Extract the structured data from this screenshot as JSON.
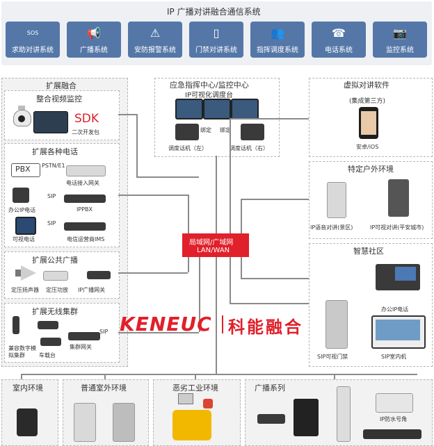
{
  "header": {
    "title": "IP 广播对讲融合通信系统",
    "systems": [
      {
        "label": "求助对讲系统",
        "icon": "sos-icon",
        "icon_text": "SOS"
      },
      {
        "label": "广播系统",
        "icon": "megaphone-icon"
      },
      {
        "label": "安防报警系统",
        "icon": "alarm-icon"
      },
      {
        "label": "门禁对讲系统",
        "icon": "door-icon"
      },
      {
        "label": "指挥调度系统",
        "icon": "dispatch-icon"
      },
      {
        "label": "电话系统",
        "icon": "phone-icon"
      },
      {
        "label": "监控系统",
        "icon": "camera-icon"
      }
    ]
  },
  "fusion": {
    "title": "扩展融合",
    "video": {
      "title": "整合视频监控",
      "sdk": "SDK",
      "sdk_sub": "二次开发包"
    },
    "phone": {
      "title": "扩展各种电话",
      "pbx": "PBX",
      "pstn": "PSTN/E1",
      "gateway": "电话接入网关",
      "sip1": "SIP",
      "office_phone": "办公IP电话",
      "ippbx": "IPPBX",
      "sip2": "SIP",
      "video_phone": "可视电话",
      "ims": "电信运营商IMS"
    },
    "broadcast": {
      "title": "扩展公共广播",
      "speaker": "定压扬声器",
      "amp": "定压功放",
      "gateway": "IP广播网关"
    },
    "wireless": {
      "title": "扩展无线集群",
      "sip": "SIP",
      "digital": "兼容数字模拟集群",
      "car": "车载台",
      "gateway": "集群网关"
    }
  },
  "command": {
    "title": "应急指挥中心/监控中心",
    "subtitle": "IP可视化调度台",
    "bind1": "绑定",
    "bind2": "绑定",
    "left": "调度话机（左）",
    "right": "调度话机（右）"
  },
  "virtual": {
    "title": "虚拟对讲软件",
    "sub": "(集成第三方)",
    "os": "安卓/iOS"
  },
  "outdoor": {
    "title": "特定户外环境",
    "left": "IP语音对讲(景区)",
    "right": "IP可视对讲(平安城市)"
  },
  "network": {
    "line1": "局域网/广域网",
    "line2": "LAN/WAN"
  },
  "logo": {
    "brand": "KENEUC",
    "cn": "科能融合"
  },
  "community": {
    "title": "智慧社区",
    "phone": "办公IP电话",
    "door": "SIP可视门禁",
    "indoor": "SIP室内机"
  },
  "bottom": {
    "indoor": "室内环境",
    "outdoor": "普通室外环境",
    "industrial": "恶劣工业环境",
    "broadcast": "广播系列",
    "horn": "IP防水号角"
  },
  "colors": {
    "accent": "#e0202a",
    "button": "#5477a8",
    "line": "#8a8a8a"
  }
}
